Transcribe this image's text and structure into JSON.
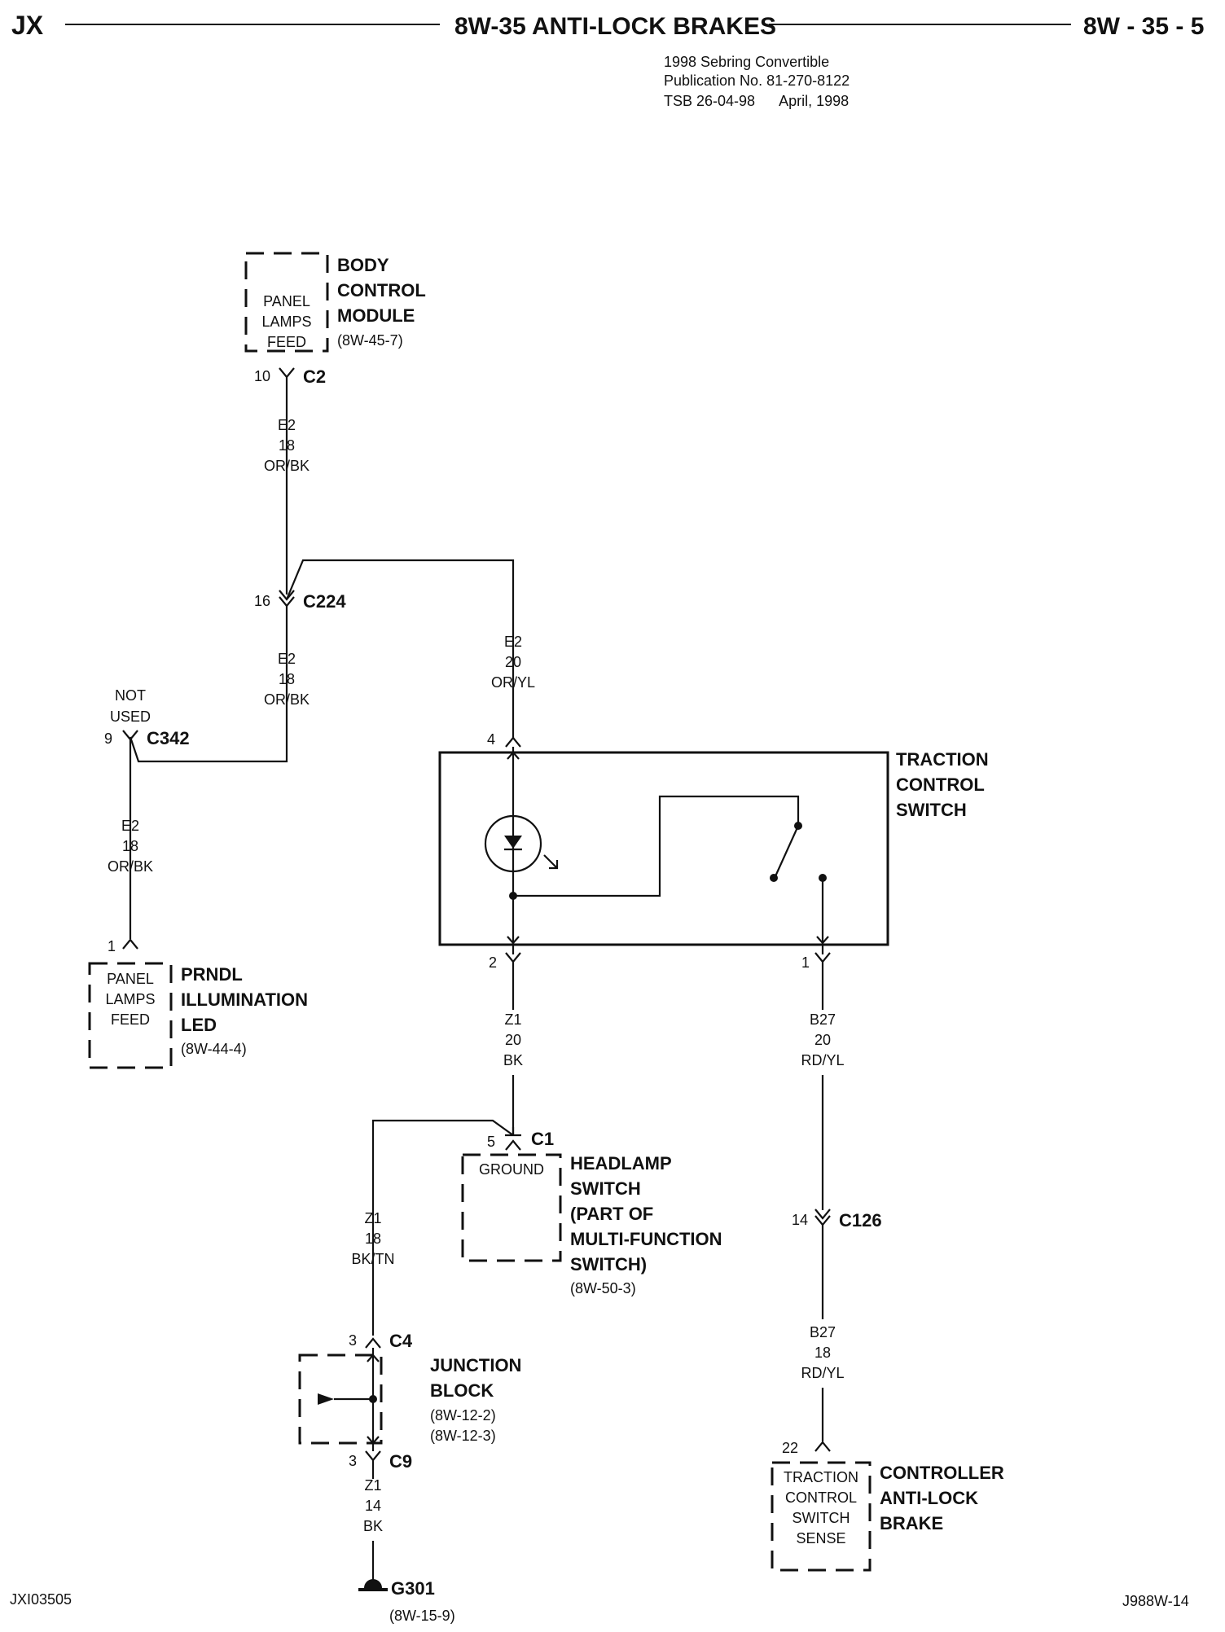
{
  "header": {
    "left": "JX",
    "title": "8W-35 ANTI-LOCK BRAKES",
    "right": "8W - 35 - 5",
    "pub_line1": "1998 Sebring Convertible",
    "pub_line2": "Publication No. 81-270-8122",
    "pub_line3": "TSB 26-04-98      April, 1998"
  },
  "components": {
    "bcm": {
      "inner1": "PANEL",
      "inner2": "LAMPS",
      "inner3": "FEED",
      "name1": "BODY",
      "name2": "CONTROL",
      "name3": "MODULE",
      "ref": "(8W-45-7)",
      "pin": "10",
      "conn": "C2"
    },
    "c224": {
      "pin": "16",
      "conn": "C224"
    },
    "c342": {
      "note1": "NOT",
      "note2": "USED",
      "pin": "9",
      "conn": "C342"
    },
    "prndl": {
      "inner1": "PANEL",
      "inner2": "LAMPS",
      "inner3": "FEED",
      "name1": "PRNDL",
      "name2": "ILLUMINATION",
      "name3": "LED",
      "ref": "(8W-44-4)",
      "pin": "1"
    },
    "tcs": {
      "name1": "TRACTION",
      "name2": "CONTROL",
      "name3": "SWITCH",
      "pin_top": "4",
      "pin_left": "2",
      "pin_right": "1"
    },
    "headlamp": {
      "inner": "GROUND",
      "name1": "HEADLAMP",
      "name2": "SWITCH",
      "name3": "(PART OF",
      "name4": "MULTI-FUNCTION",
      "name5": "SWITCH)",
      "ref": "(8W-50-3)",
      "pin": "5",
      "conn": "C1"
    },
    "c126": {
      "pin": "14",
      "conn": "C126"
    },
    "junction": {
      "name1": "JUNCTION",
      "name2": "BLOCK",
      "ref1": "(8W-12-2)",
      "ref2": "(8W-12-3)",
      "pin_top": "3",
      "conn_top": "C4",
      "pin_bot": "3",
      "conn_bot": "C9"
    },
    "cab": {
      "inner1": "TRACTION",
      "inner2": "CONTROL",
      "inner3": "SWITCH",
      "inner4": "SENSE",
      "name1": "CONTROLLER",
      "name2": "ANTI-LOCK",
      "name3": "BRAKE",
      "pin": "22"
    },
    "ground": {
      "name": "G301",
      "ref": "(8W-15-9)"
    }
  },
  "wires": {
    "w1": {
      "circuit": "E2",
      "gauge": "18",
      "color": "OR/BK"
    },
    "w2": {
      "circuit": "E2",
      "gauge": "20",
      "color": "OR/YL"
    },
    "w3": {
      "circuit": "E2",
      "gauge": "18",
      "color": "OR/BK"
    },
    "w4": {
      "circuit": "E2",
      "gauge": "18",
      "color": "OR/BK"
    },
    "w5": {
      "circuit": "Z1",
      "gauge": "20",
      "color": "BK"
    },
    "w6": {
      "circuit": "B27",
      "gauge": "20",
      "color": "RD/YL"
    },
    "w7": {
      "circuit": "Z1",
      "gauge": "18",
      "color": "BK/TN"
    },
    "w8": {
      "circuit": "B27",
      "gauge": "18",
      "color": "RD/YL"
    },
    "w9": {
      "circuit": "Z1",
      "gauge": "14",
      "color": "BK"
    }
  },
  "footer": {
    "left": "JXI03505",
    "right": "J988W-14"
  }
}
